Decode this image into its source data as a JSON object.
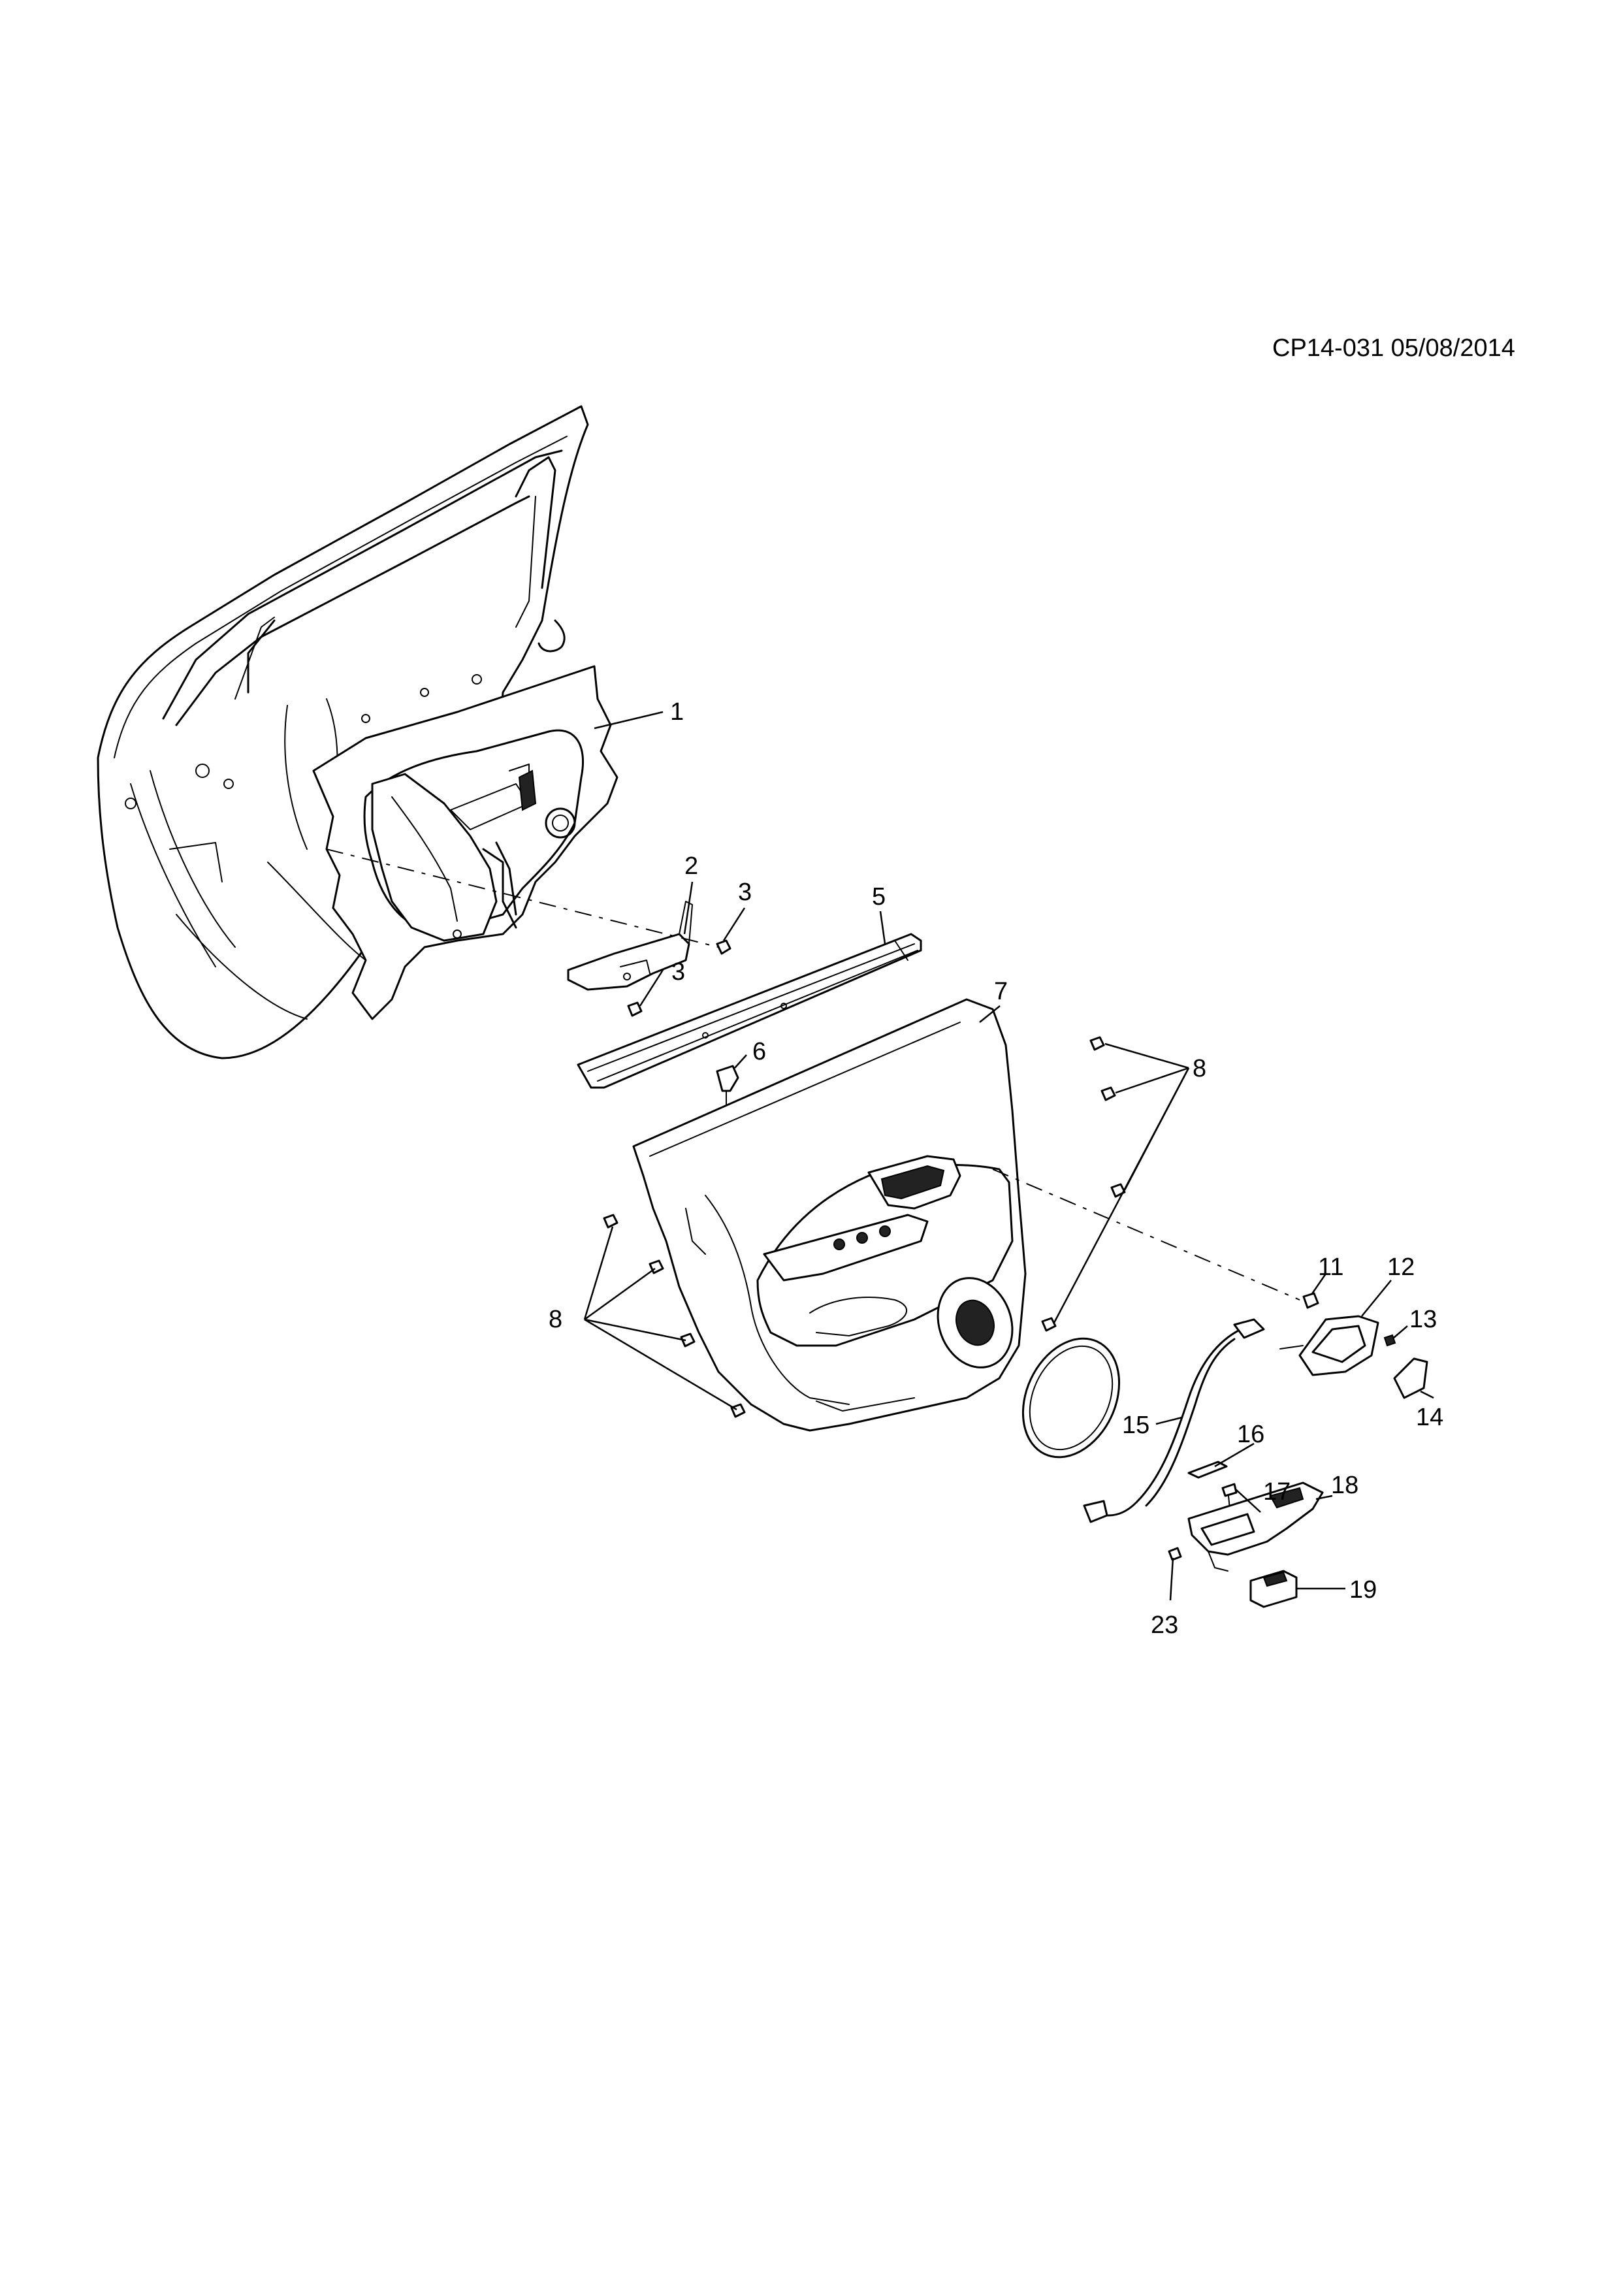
{
  "header": {
    "code": "CP14-031 05/08/2014"
  },
  "callouts": [
    {
      "id": "c1",
      "label": "1"
    },
    {
      "id": "c2",
      "label": "2"
    },
    {
      "id": "c3a",
      "label": "3"
    },
    {
      "id": "c3b",
      "label": "3"
    },
    {
      "id": "c5",
      "label": "5"
    },
    {
      "id": "c6",
      "label": "6"
    },
    {
      "id": "c7",
      "label": "7"
    },
    {
      "id": "c8a",
      "label": "8"
    },
    {
      "id": "c8b",
      "label": "8"
    },
    {
      "id": "c11",
      "label": "11"
    },
    {
      "id": "c12",
      "label": "12"
    },
    {
      "id": "c13",
      "label": "13"
    },
    {
      "id": "c14",
      "label": "14"
    },
    {
      "id": "c15",
      "label": "15"
    },
    {
      "id": "c16",
      "label": "16"
    },
    {
      "id": "c17",
      "label": "17"
    },
    {
      "id": "c18",
      "label": "18"
    },
    {
      "id": "c19",
      "label": "19"
    },
    {
      "id": "c23",
      "label": "23"
    }
  ]
}
